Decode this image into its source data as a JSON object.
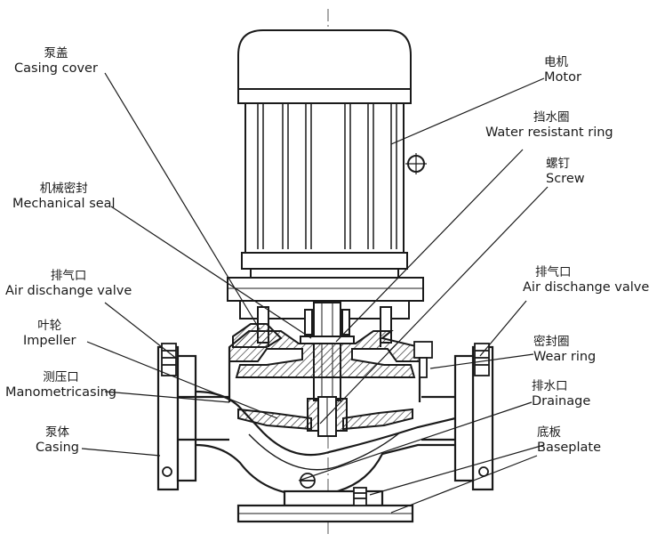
{
  "labels": {
    "casing_cover": {
      "zh": "泵盖",
      "en": "Casing cover"
    },
    "mechanical_seal": {
      "zh": "机械密封",
      "en": "Mechanical seal"
    },
    "air_valve_left": {
      "zh": "排气口",
      "en": "Air dischange valve"
    },
    "impeller": {
      "zh": "叶轮",
      "en": "Impeller"
    },
    "manometric": {
      "zh": "测压口",
      "en": "Manometricasing"
    },
    "casing": {
      "zh": "泵体",
      "en": "Casing"
    },
    "motor": {
      "zh": "电机",
      "en": "Motor"
    },
    "water_ring": {
      "zh": "挡水圈",
      "en": "Water resistant ring"
    },
    "screw": {
      "zh": "螺钉",
      "en": "Screw"
    },
    "air_valve_right": {
      "zh": "排气口",
      "en": "Air dischange valve"
    },
    "wear_ring": {
      "zh": "密封圈",
      "en": "Wear ring"
    },
    "drainage": {
      "zh": "排水口",
      "en": "Drainage"
    },
    "baseplate": {
      "zh": "底板",
      "en": "Baseplate"
    }
  },
  "colors": {
    "line": "#1a1a1a",
    "hatch": "#333333",
    "center_line": "#555555"
  }
}
